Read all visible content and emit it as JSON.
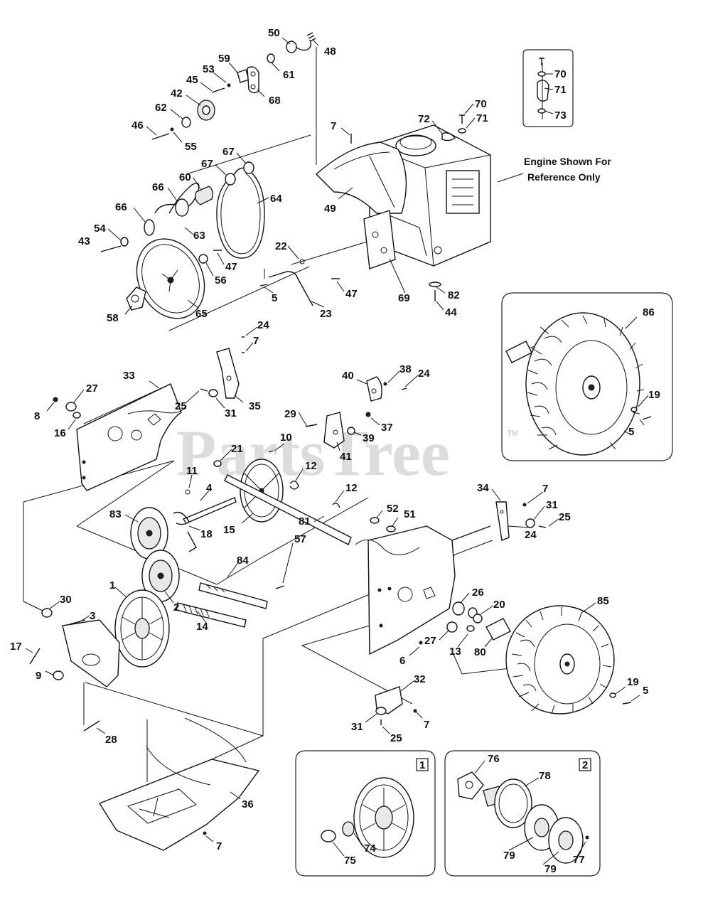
{
  "watermark": "PartsTree",
  "watermark_tm": "TM",
  "note": {
    "line1": "Engine Shown For",
    "line2": "Reference Only"
  },
  "inset_badges": [
    "1",
    "2"
  ],
  "callouts": [
    {
      "n": "50"
    },
    {
      "n": "48"
    },
    {
      "n": "59"
    },
    {
      "n": "61"
    },
    {
      "n": "53"
    },
    {
      "n": "45"
    },
    {
      "n": "68"
    },
    {
      "n": "42"
    },
    {
      "n": "62"
    },
    {
      "n": "46"
    },
    {
      "n": "55"
    },
    {
      "n": "70"
    },
    {
      "n": "71"
    },
    {
      "n": "73"
    },
    {
      "n": "70"
    },
    {
      "n": "72"
    },
    {
      "n": "71"
    },
    {
      "n": "7"
    },
    {
      "n": "67"
    },
    {
      "n": "67"
    },
    {
      "n": "60"
    },
    {
      "n": "66"
    },
    {
      "n": "66"
    },
    {
      "n": "64"
    },
    {
      "n": "54"
    },
    {
      "n": "43"
    },
    {
      "n": "63"
    },
    {
      "n": "22"
    },
    {
      "n": "49"
    },
    {
      "n": "47"
    },
    {
      "n": "56"
    },
    {
      "n": "5"
    },
    {
      "n": "47"
    },
    {
      "n": "69"
    },
    {
      "n": "82"
    },
    {
      "n": "58"
    },
    {
      "n": "65"
    },
    {
      "n": "23"
    },
    {
      "n": "44"
    },
    {
      "n": "86"
    },
    {
      "n": "24"
    },
    {
      "n": "7"
    },
    {
      "n": "33"
    },
    {
      "n": "27"
    },
    {
      "n": "40"
    },
    {
      "n": "38"
    },
    {
      "n": "24"
    },
    {
      "n": "19"
    },
    {
      "n": "8"
    },
    {
      "n": "25"
    },
    {
      "n": "31"
    },
    {
      "n": "35"
    },
    {
      "n": "29"
    },
    {
      "n": "37"
    },
    {
      "n": "16"
    },
    {
      "n": "39"
    },
    {
      "n": "5"
    },
    {
      "n": "10"
    },
    {
      "n": "41"
    },
    {
      "n": "21"
    },
    {
      "n": "12"
    },
    {
      "n": "11"
    },
    {
      "n": "4"
    },
    {
      "n": "12"
    },
    {
      "n": "34"
    },
    {
      "n": "7"
    },
    {
      "n": "83"
    },
    {
      "n": "18"
    },
    {
      "n": "15"
    },
    {
      "n": "52"
    },
    {
      "n": "51"
    },
    {
      "n": "31"
    },
    {
      "n": "25"
    },
    {
      "n": "24"
    },
    {
      "n": "81"
    },
    {
      "n": "84"
    },
    {
      "n": "57"
    },
    {
      "n": "1"
    },
    {
      "n": "30"
    },
    {
      "n": "2"
    },
    {
      "n": "26"
    },
    {
      "n": "85"
    },
    {
      "n": "20"
    },
    {
      "n": "3"
    },
    {
      "n": "14"
    },
    {
      "n": "27"
    },
    {
      "n": "17"
    },
    {
      "n": "13"
    },
    {
      "n": "80"
    },
    {
      "n": "6"
    },
    {
      "n": "9"
    },
    {
      "n": "32"
    },
    {
      "n": "19"
    },
    {
      "n": "5"
    },
    {
      "n": "28"
    },
    {
      "n": "31"
    },
    {
      "n": "7"
    },
    {
      "n": "25"
    },
    {
      "n": "36"
    },
    {
      "n": "76"
    },
    {
      "n": "78"
    },
    {
      "n": "7"
    },
    {
      "n": "74"
    },
    {
      "n": "75"
    },
    {
      "n": "79"
    },
    {
      "n": "79"
    },
    {
      "n": "77"
    }
  ]
}
